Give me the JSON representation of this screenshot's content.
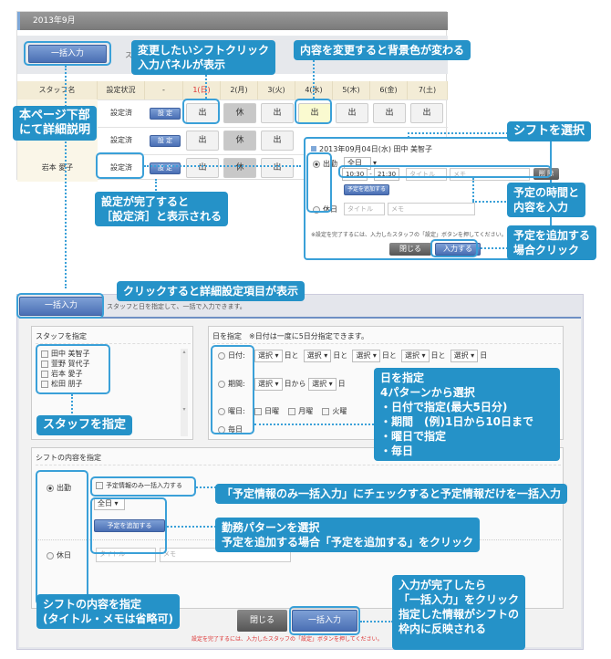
{
  "top": {
    "month": "2013年9月",
    "bulk_button": "一括入力",
    "toolbar_hint": "ス",
    "headers": [
      "スタッフ名",
      "設定状況",
      "-",
      "1(日)",
      "2(月)",
      "3(火)",
      "4(水)",
      "5(木)",
      "6(金)",
      "7(土)"
    ],
    "rows": [
      {
        "name": "",
        "status": "設定済",
        "set": "設 定",
        "cells": [
          "出",
          "休",
          "出",
          "出",
          "出",
          "出",
          "出"
        ]
      },
      {
        "name": "",
        "status": "設定済",
        "set": "設 定",
        "cells": [
          "出",
          "休",
          "出",
          "",
          "",
          "",
          ""
        ]
      },
      {
        "name": "岩本 愛子",
        "status": "設定済",
        "set": "設 定",
        "cells": [
          "出",
          "休",
          "出",
          "",
          "",
          "",
          ""
        ]
      }
    ]
  },
  "popup": {
    "title": "2013年09月04日(水) 田中 美智子",
    "work": "出勤",
    "pattern": "全日",
    "start": "10:30",
    "sep": "-",
    "end": "21:30",
    "title_ph": "タイトル",
    "memo_ph": "メモ",
    "delete": "削 除",
    "add": "予定を追加する",
    "off": "休日",
    "note": "※設定を完了するには、入力したスタッフの「設定」ボタンを押してください。",
    "close": "閉じる",
    "submit": "入力する"
  },
  "bottom": {
    "tab": "一括入力",
    "hint": "スタッフと日を指定して、一括で入力できます。",
    "staff_title": "スタッフを指定",
    "staff": [
      "田中 美智子",
      "萱野 賀代子",
      "岩本 愛子",
      "松田 朋子"
    ],
    "date_title": "日を指定　※日付は一度に5日分指定できます。",
    "date_opts": {
      "date": "日付:",
      "period": "期間:",
      "weekday": "曜日:",
      "daily": "毎日"
    },
    "select": "選択",
    "to": "日と",
    "from": "日から",
    "day": "日",
    "weekdays": [
      "日曜",
      "月曜",
      "火曜"
    ],
    "shift_title": "シフトの内容を指定",
    "work": "出勤",
    "bulk_only": "予定情報のみ一括入力する",
    "pattern": "全日",
    "add": "予定を追加する",
    "off": "休日",
    "title_ph": "タイトル",
    "memo_ph": "メモ",
    "note": "設定を完了するには、入力したスタッフの「設定」ボタンを押してください。",
    "close": "閉じる",
    "submit": "一括入力"
  },
  "callouts": {
    "c1": "変更したいシフトクリック\n入力パネルが表示",
    "c2": "内容を変更すると背景色が変わる",
    "c3": "本ページ下部\nにて詳細説明",
    "c4": "設定が完了すると\n［設定済］と表示される",
    "c5": "シフトを選択",
    "c6": "予定の時間と\n内容を入力",
    "c7": "予定を追加する\n場合クリック",
    "c8": "クリックすると詳細設定項目が表示",
    "c9": "日を指定\n4パターンから選択\n・日付で指定(最大5日分)\n・期間　(例)1日から10日まで\n・曜日で指定\n・毎日",
    "c10": "スタッフを指定",
    "c11": "「予定情報のみ一括入力」にチェックすると予定情報だけを一括入力",
    "c12": "勤務パターンを選択\n予定を追加する場合「予定を追加する」をクリック",
    "c13": "シフトの内容を指定\n(タイトル・メモは省略可)",
    "c14": "入力が完了したら\n「一括入力」をクリック\n指定した情報がシフトの\n枠内に反映される"
  },
  "colors": {
    "callout": "#2592c8",
    "highlight": "#3aa0d8",
    "changed_cell": "#fafad0",
    "off_cell": "#c8c8c8",
    "header_row": "#f3ecd6"
  }
}
